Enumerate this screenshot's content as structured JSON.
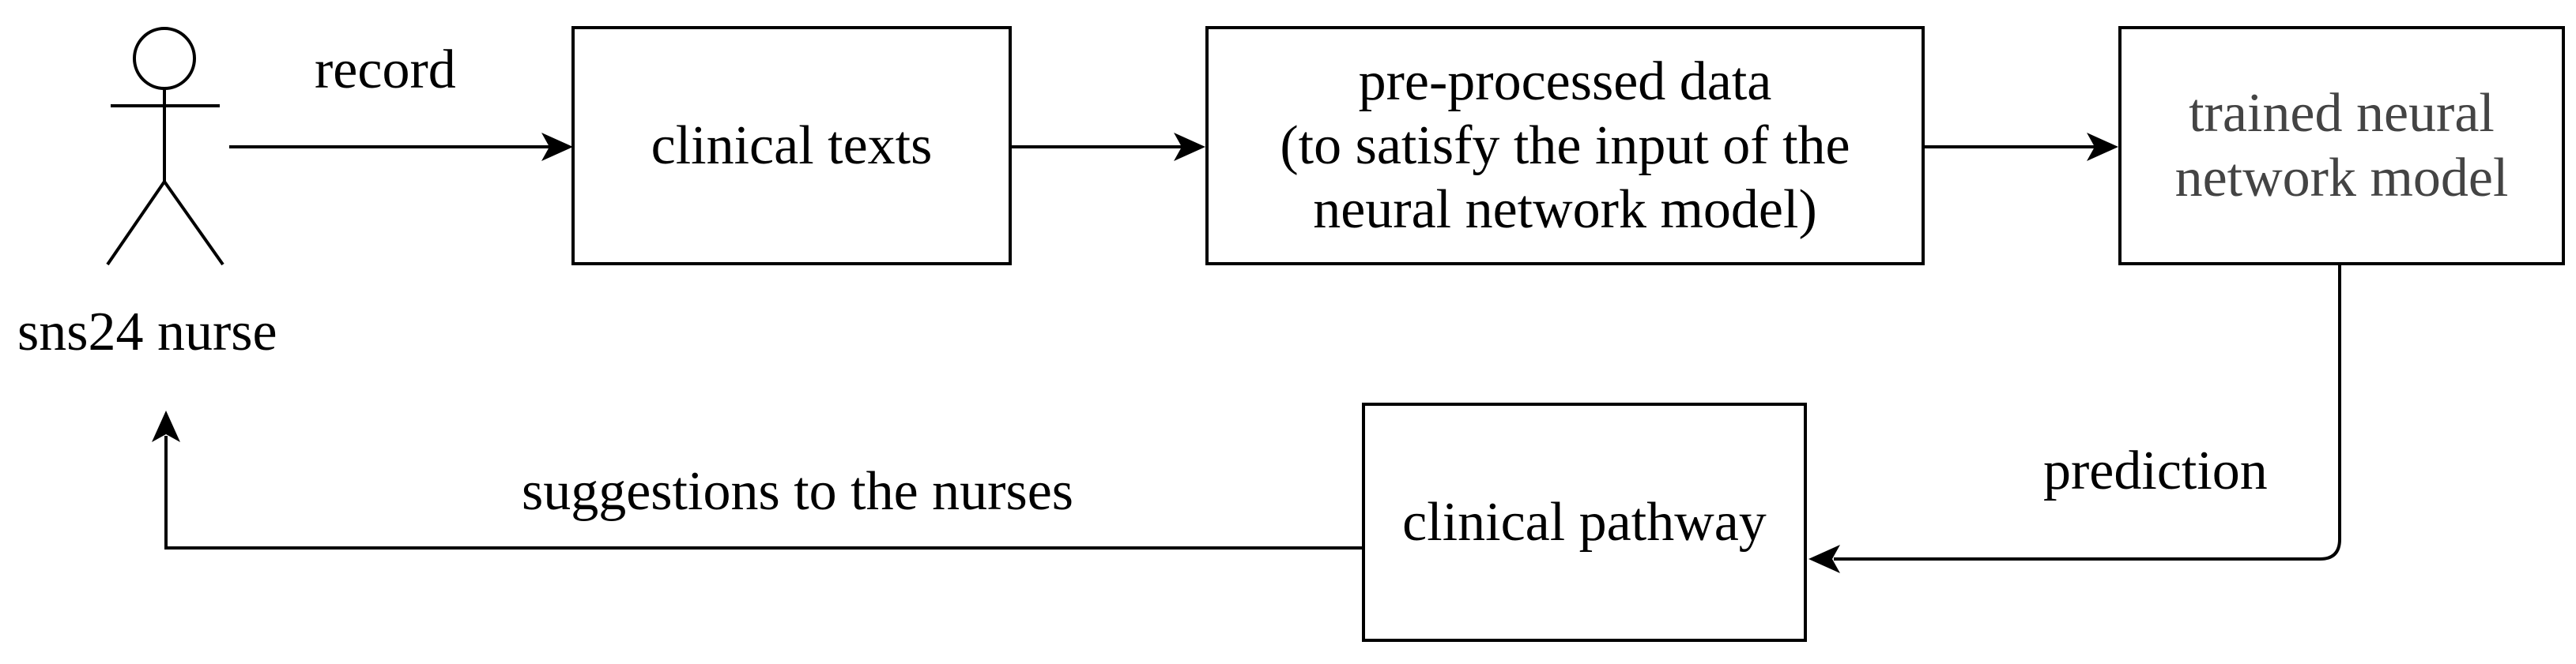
{
  "actor": {
    "label": "sns24 nurse",
    "icon": "stick-figure-icon"
  },
  "nodes": {
    "clinical_texts": "clinical texts",
    "preprocessed_data": {
      "line1": "pre-processed data",
      "line2": "(to satisfy the input of the",
      "line3": "neural network model)"
    },
    "trained_model": {
      "line1": "trained neural",
      "line2": "network model"
    },
    "clinical_pathway": "clinical pathway"
  },
  "edges": {
    "record": "record",
    "prediction": "prediction",
    "suggestions": "suggestions to the nurses"
  },
  "colors": {
    "stroke": "#000000",
    "trained_model_text": "#444444"
  }
}
